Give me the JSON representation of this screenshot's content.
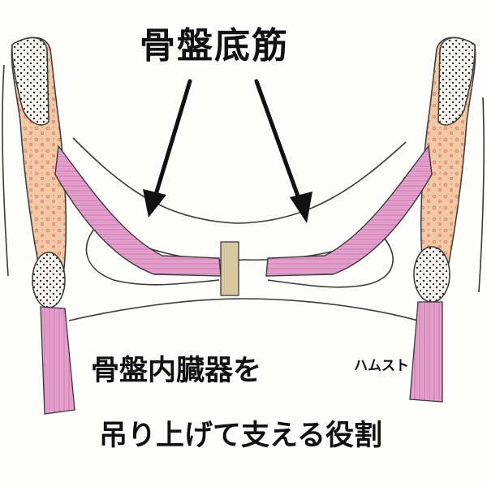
{
  "diagram": {
    "title": "骨盤底筋",
    "caption_line1": "骨盤内臓器を",
    "caption_line2": "吊り上げて支える役割",
    "hamstring_label": "ハムスト"
  },
  "colors": {
    "muscle_pink": "#e7a6cf",
    "muscle_fiber": "#c7609c",
    "bone_marrow": "#f1c9a2",
    "bone_dots": "#e4807a",
    "center_band": "#d8c8a2",
    "outline": "#3a3a3a",
    "arrow": "#111111"
  },
  "icons": [
    "arrow-left-icon",
    "arrow-right-icon"
  ]
}
